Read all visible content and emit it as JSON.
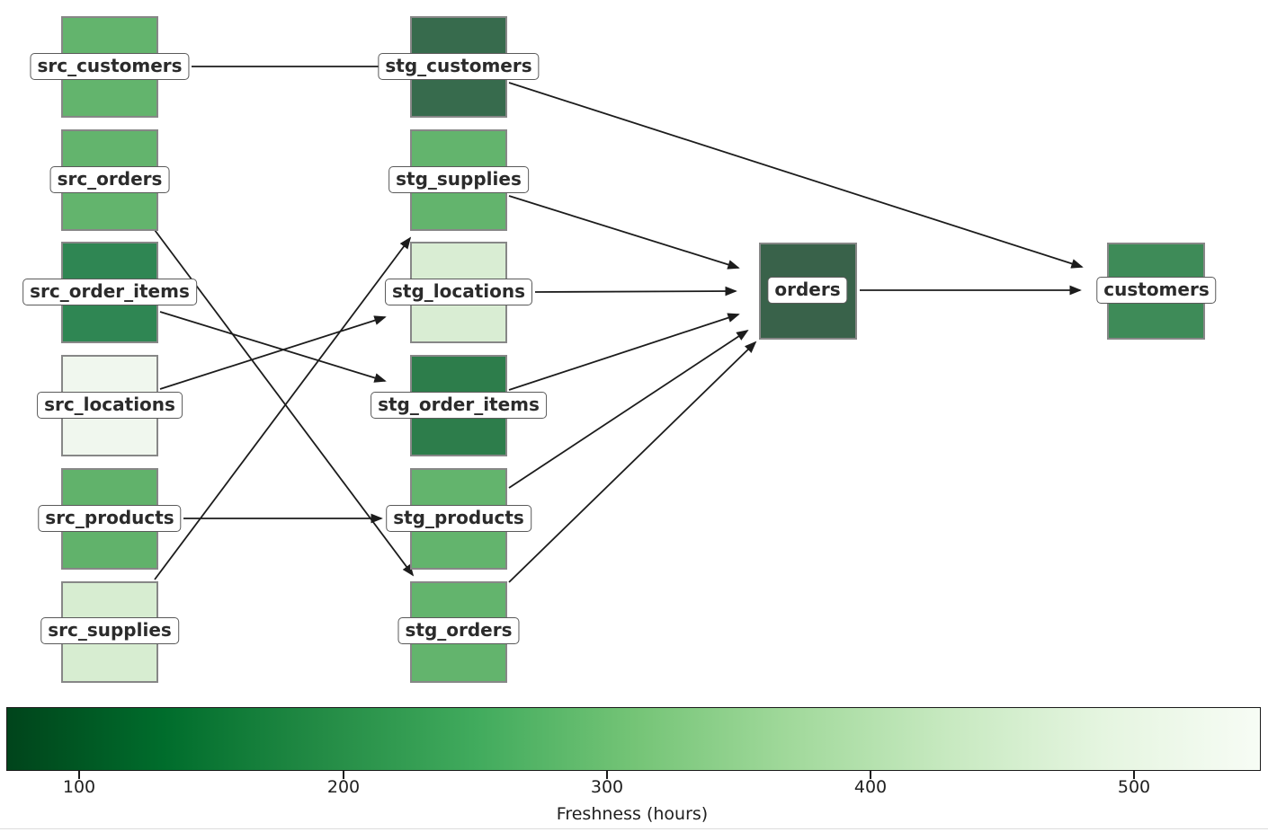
{
  "figure": {
    "nodes": [
      {
        "id": "src_customers",
        "label": "src_customers",
        "color": "#63b46d"
      },
      {
        "id": "src_orders",
        "label": "src_orders",
        "color": "#63b46d"
      },
      {
        "id": "src_order_items",
        "label": "src_order_items",
        "color": "#2f8653"
      },
      {
        "id": "src_locations",
        "label": "src_locations",
        "color": "#f0f7ee"
      },
      {
        "id": "src_products",
        "label": "src_products",
        "color": "#61b26b"
      },
      {
        "id": "src_supplies",
        "label": "src_supplies",
        "color": "#d7edd1"
      },
      {
        "id": "stg_customers",
        "label": "stg_customers",
        "color": "#376b4d"
      },
      {
        "id": "stg_supplies",
        "label": "stg_supplies",
        "color": "#63b46d"
      },
      {
        "id": "stg_locations",
        "label": "stg_locations",
        "color": "#d9edd3"
      },
      {
        "id": "stg_order_items",
        "label": "stg_order_items",
        "color": "#2d7d4b"
      },
      {
        "id": "stg_products",
        "label": "stg_products",
        "color": "#63b46d"
      },
      {
        "id": "stg_orders",
        "label": "stg_orders",
        "color": "#63b46d"
      },
      {
        "id": "orders",
        "label": "orders",
        "color": "#39624a"
      },
      {
        "id": "customers",
        "label": "customers",
        "color": "#3e8b58"
      }
    ],
    "edges": [
      {
        "from": "src_customers",
        "to": "stg_customers"
      },
      {
        "from": "src_orders",
        "to": "stg_orders"
      },
      {
        "from": "src_order_items",
        "to": "stg_order_items"
      },
      {
        "from": "src_locations",
        "to": "stg_locations"
      },
      {
        "from": "src_products",
        "to": "stg_products"
      },
      {
        "from": "src_supplies",
        "to": "stg_supplies"
      },
      {
        "from": "stg_customers",
        "to": "customers"
      },
      {
        "from": "stg_supplies",
        "to": "orders"
      },
      {
        "from": "stg_locations",
        "to": "orders"
      },
      {
        "from": "stg_order_items",
        "to": "orders"
      },
      {
        "from": "stg_products",
        "to": "orders"
      },
      {
        "from": "stg_orders",
        "to": "orders"
      },
      {
        "from": "orders",
        "to": "customers"
      }
    ],
    "edge_color": "#1c1c1c",
    "colorbar": {
      "label": "Freshness (hours)",
      "ticks": [
        "100",
        "200",
        "300",
        "400",
        "500"
      ],
      "gradient_stops": [
        "#00441b",
        "#006d2c",
        "#238b45",
        "#41ab5d",
        "#74c476",
        "#a1d99b",
        "#c7e9c0",
        "#e5f5e0",
        "#f7fcf5"
      ],
      "border_color": "#1a1a1a"
    }
  }
}
